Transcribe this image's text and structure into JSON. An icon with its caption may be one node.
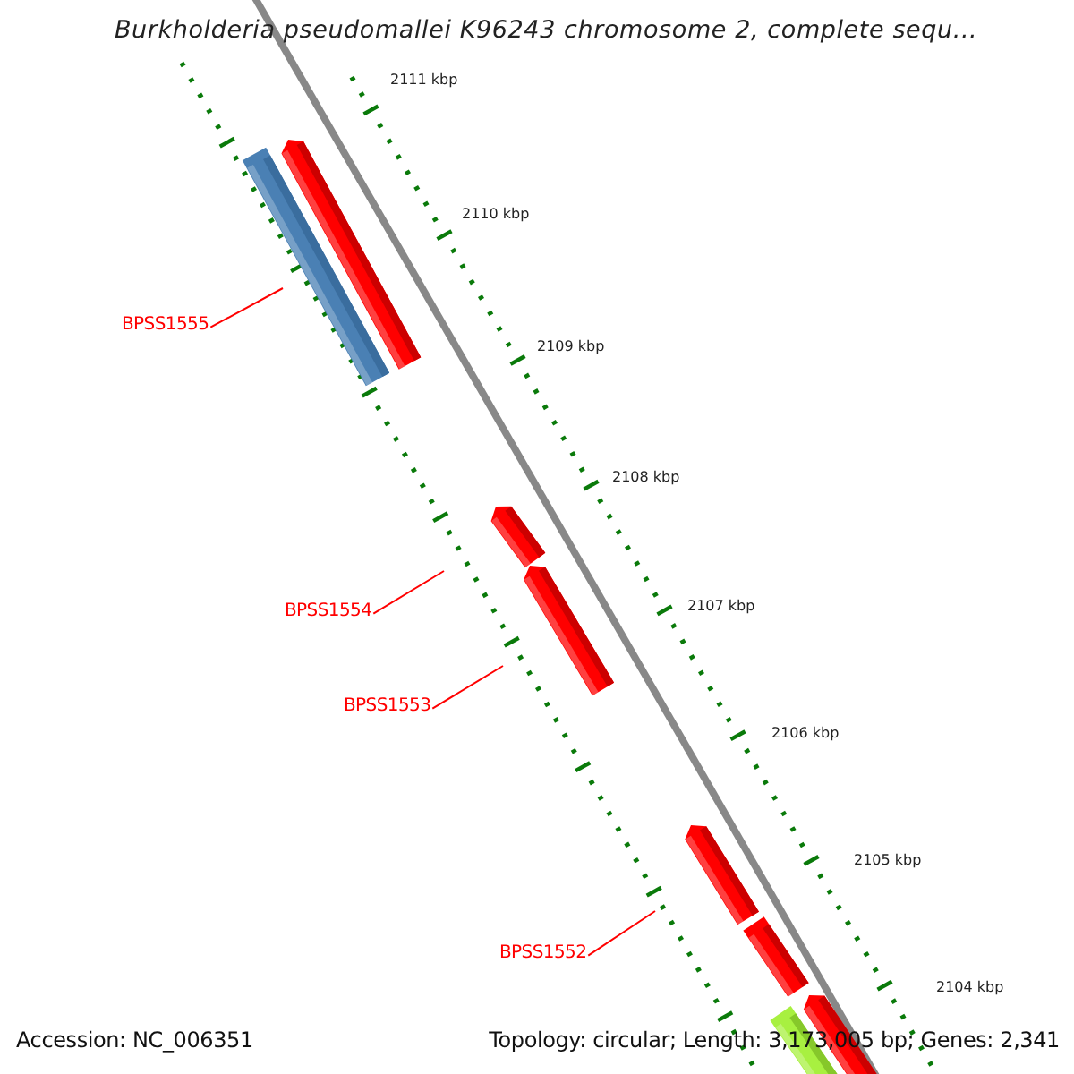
{
  "diagram": {
    "title": "Burkholderia pseudomallei K96243 chromosome 2, complete sequ...",
    "nodes": [
      {
        "text": [
          "BPSS1555"
        ]
      },
      {
        "text": [
          "BPSS1554"
        ]
      },
      {
        "text": [
          "BPSS1553"
        ]
      },
      {
        "text": [
          "BPSS1552"
        ]
      }
    ],
    "edges": [
      {
        "from": 0,
        "to": null,
        "arrow": "none"
      },
      {
        "from": 1,
        "to": null,
        "arrow": "none"
      },
      {
        "from": 2,
        "to": null,
        "arrow": "none"
      },
      {
        "from": 3,
        "to": null,
        "arrow": "none"
      }
    ],
    "labels": [
      "2111 kbp",
      "2110 kbp",
      "2109 kbp",
      "2108 kbp",
      "2107 kbp",
      "2106 kbp",
      "2105 kbp",
      "2104 kbp",
      "Accession: NC_006351",
      "Topology: circular; Length: 3,173,005 bp; Genes: 2,341"
    ]
  }
}
